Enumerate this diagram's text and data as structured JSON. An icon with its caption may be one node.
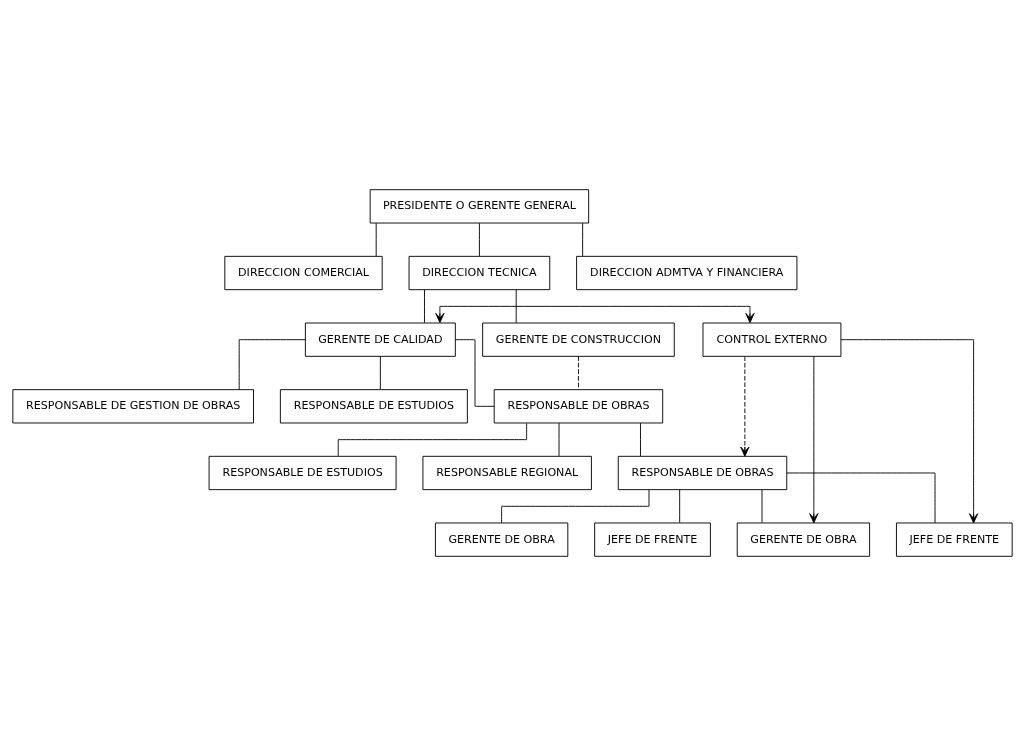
{
  "diagram": {
    "nodes": [
      {
        "text": [
          "PRESIDENTE O GERENTE GENERAL"
        ]
      },
      {
        "text": [
          "DIRECCION COMERCIAL"
        ]
      },
      {
        "text": [
          "DIRECCION TECNICA"
        ]
      },
      {
        "text": [
          "DIRECCION ADMTVA Y FINANCIERA"
        ]
      },
      {
        "text": [
          "GERENTE DE CONSTRUCCION"
        ]
      },
      {
        "text": [
          "GERENTE DE CALIDAD"
        ]
      },
      {
        "text": [
          "CONTROL EXTERNO"
        ]
      },
      {
        "text": [
          "RESPONSABLE DE GESTION DE OBRAS"
        ]
      },
      {
        "text": [
          "RESPONSABLE DE ESTUDIOS"
        ]
      },
      {
        "text": [
          "RESPONSABLE DE OBRAS"
        ]
      },
      {
        "text": [
          "RESPONSABLE REGIONAL"
        ]
      },
      {
        "text": [
          "RESPONSABLE DE ESTUDIOS"
        ]
      },
      {
        "text": [
          "RESPONSABLE DE OBRAS"
        ]
      },
      {
        "text": [
          "GERENTE DE OBRA"
        ]
      },
      {
        "text": [
          "GERENTE DE OBRA"
        ]
      },
      {
        "text": [
          "JEFE DE FRENTE"
        ]
      },
      {
        "text": [
          "JEFE DE FRENTE"
        ]
      }
    ],
    "edges": [
      {
        "from": 0,
        "to": 1,
        "arrow": "none"
      },
      {
        "from": 0,
        "to": 2,
        "arrow": "none"
      },
      {
        "from": 0,
        "to": 3,
        "arrow": "none"
      },
      {
        "from": 2,
        "to": 4,
        "arrow": "none"
      },
      {
        "from": 2,
        "to": 5,
        "arrow": "none"
      },
      {
        "from": 5,
        "to": 6,
        "arrow": "both"
      },
      {
        "from": 5,
        "to": 7,
        "arrow": "none"
      },
      {
        "from": 5,
        "to": 8,
        "arrow": "none"
      },
      {
        "from": 5,
        "to": 9,
        "arrow": "none"
      },
      {
        "from": 4,
        "to": 9,
        "arrow": "none",
        "style": "dashed"
      },
      {
        "from": 9,
        "to": 10,
        "arrow": "none"
      },
      {
        "from": 9,
        "to": 11,
        "arrow": "none"
      },
      {
        "from": 9,
        "to": 12,
        "arrow": "none"
      },
      {
        "from": 6,
        "to": 12,
        "arrow": "to",
        "style": "dashed"
      },
      {
        "from": 12,
        "to": 13,
        "arrow": "none"
      },
      {
        "from": 12,
        "to": 14,
        "arrow": "none"
      },
      {
        "from": 12,
        "to": 15,
        "arrow": "none"
      },
      {
        "from": 12,
        "to": 16,
        "arrow": "none"
      },
      {
        "from": 6,
        "to": 14,
        "arrow": "to"
      },
      {
        "from": 6,
        "to": 16,
        "arrow": "to"
      }
    ]
  }
}
